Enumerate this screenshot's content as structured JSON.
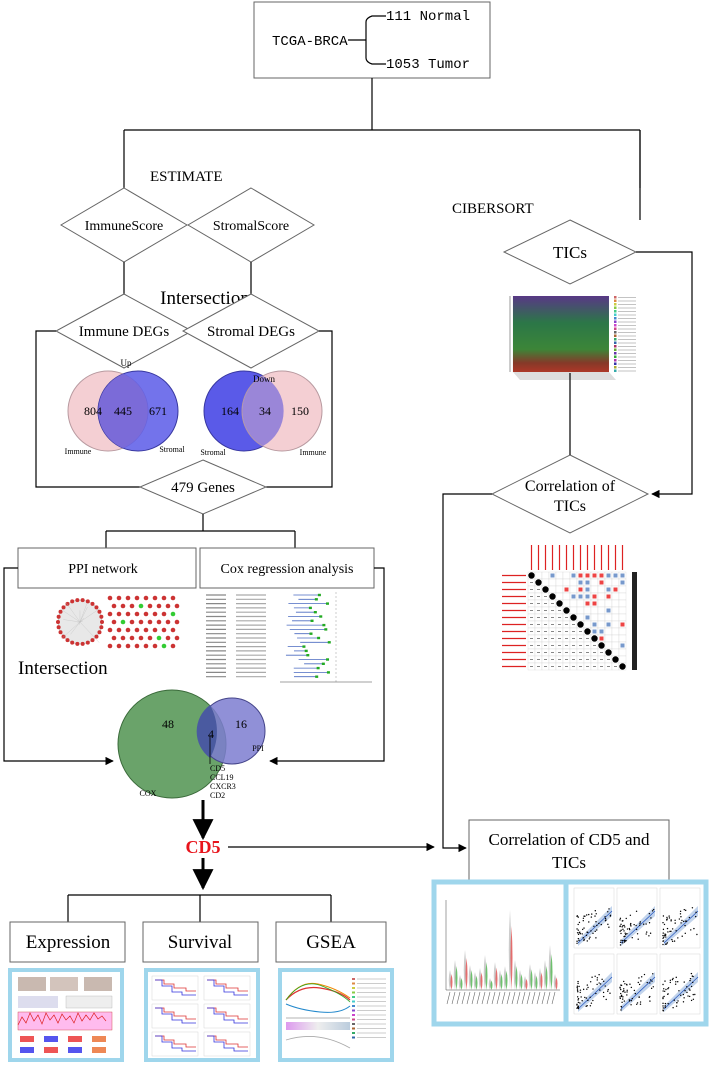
{
  "source": {
    "label": "TCGA-BRCA",
    "branches": [
      "111 Normal",
      "1053 Tumor"
    ]
  },
  "estimate": {
    "label": "ESTIMATE",
    "immune_score": "ImmuneScore",
    "stromal_score": "StromalScore"
  },
  "intersection_1": "Intersection",
  "degs": {
    "immune": "Immune DEGs",
    "stromal": "Stromal DEGs"
  },
  "venn_up": {
    "title": "Up",
    "left_value": "804",
    "overlap_value": "445",
    "right_value": "671",
    "left_label": "Immune",
    "right_label": "Stromal"
  },
  "venn_down": {
    "title": "Down",
    "left_value": "164",
    "overlap_value": "34",
    "right_value": "150",
    "left_label": "Stromal",
    "right_label": "Immune"
  },
  "genes": "479 Genes",
  "ppi": "PPI network",
  "cox": "Cox regression analysis",
  "intersection_2": "Intersection",
  "venn_final": {
    "left_value": "48",
    "overlap_value": "4",
    "right_value": "16",
    "left_label": "COX",
    "right_label": "PPI",
    "genes": [
      "CD5",
      "CCL19",
      "CXCR3",
      "CD2"
    ]
  },
  "hub_gene": "CD5",
  "cibersort": {
    "label": "CIBERSORT",
    "tics": "TICs",
    "correlation_line1": "Correlation of",
    "correlation_line2": "TICs"
  },
  "cd5_correlation": {
    "line1": "Correlation of CD5 and",
    "line2": "TICs"
  },
  "outputs": {
    "expression": "Expression",
    "survival": "Survival",
    "gsea": "GSEA"
  },
  "colors": {
    "venn_pink": "#f4cfd3",
    "venn_blue": "#5a5ae8",
    "venn_overlap": "#7567d8",
    "venn_green": "#6aa36a",
    "venn_purple": "#7c7cd0",
    "hub_red": "#e8141c",
    "thumb_border": "#9fd6ec"
  }
}
